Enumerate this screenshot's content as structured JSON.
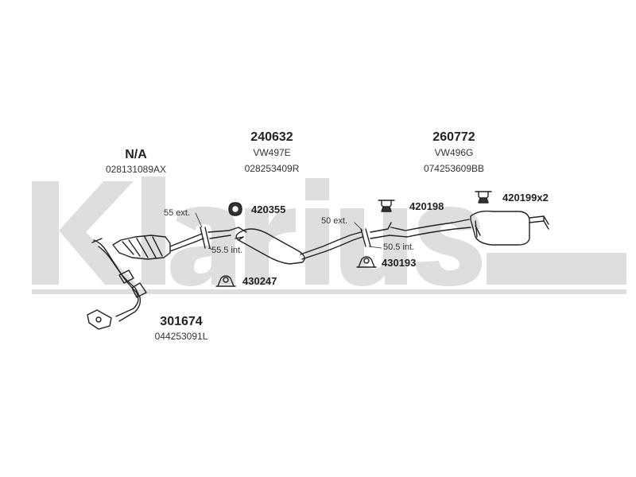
{
  "brand": {
    "watermark_text": "Klarius",
    "watermark_color": "#dedede"
  },
  "sections": [
    {
      "part_number": "N/A",
      "oe_number": "028131089AX"
    },
    {
      "part_number": "240632",
      "vw_code": "VW497E",
      "oe_number": "028253409R"
    },
    {
      "part_number": "260772",
      "vw_code": "VW496G",
      "oe_number": "074253609BB"
    },
    {
      "part_number": "301674",
      "oe_number": "044253091L"
    }
  ],
  "hardware": [
    {
      "part_number": "420355",
      "icon": "rubber-hanger-icon"
    },
    {
      "part_number": "420198",
      "icon": "hanger-bracket-icon"
    },
    {
      "part_number": "420199x2",
      "icon": "hanger-bracket-icon"
    },
    {
      "part_number": "430247",
      "icon": "clamp-icon"
    },
    {
      "part_number": "430193",
      "icon": "clamp-icon"
    }
  ],
  "dimensions": {
    "d1_ext": "55 ext.",
    "d1_int": "55.5 int.",
    "d2_ext": "50 ext.",
    "d2_int": "50.5 int."
  },
  "colors": {
    "line": "#222222",
    "text": "#222222"
  }
}
